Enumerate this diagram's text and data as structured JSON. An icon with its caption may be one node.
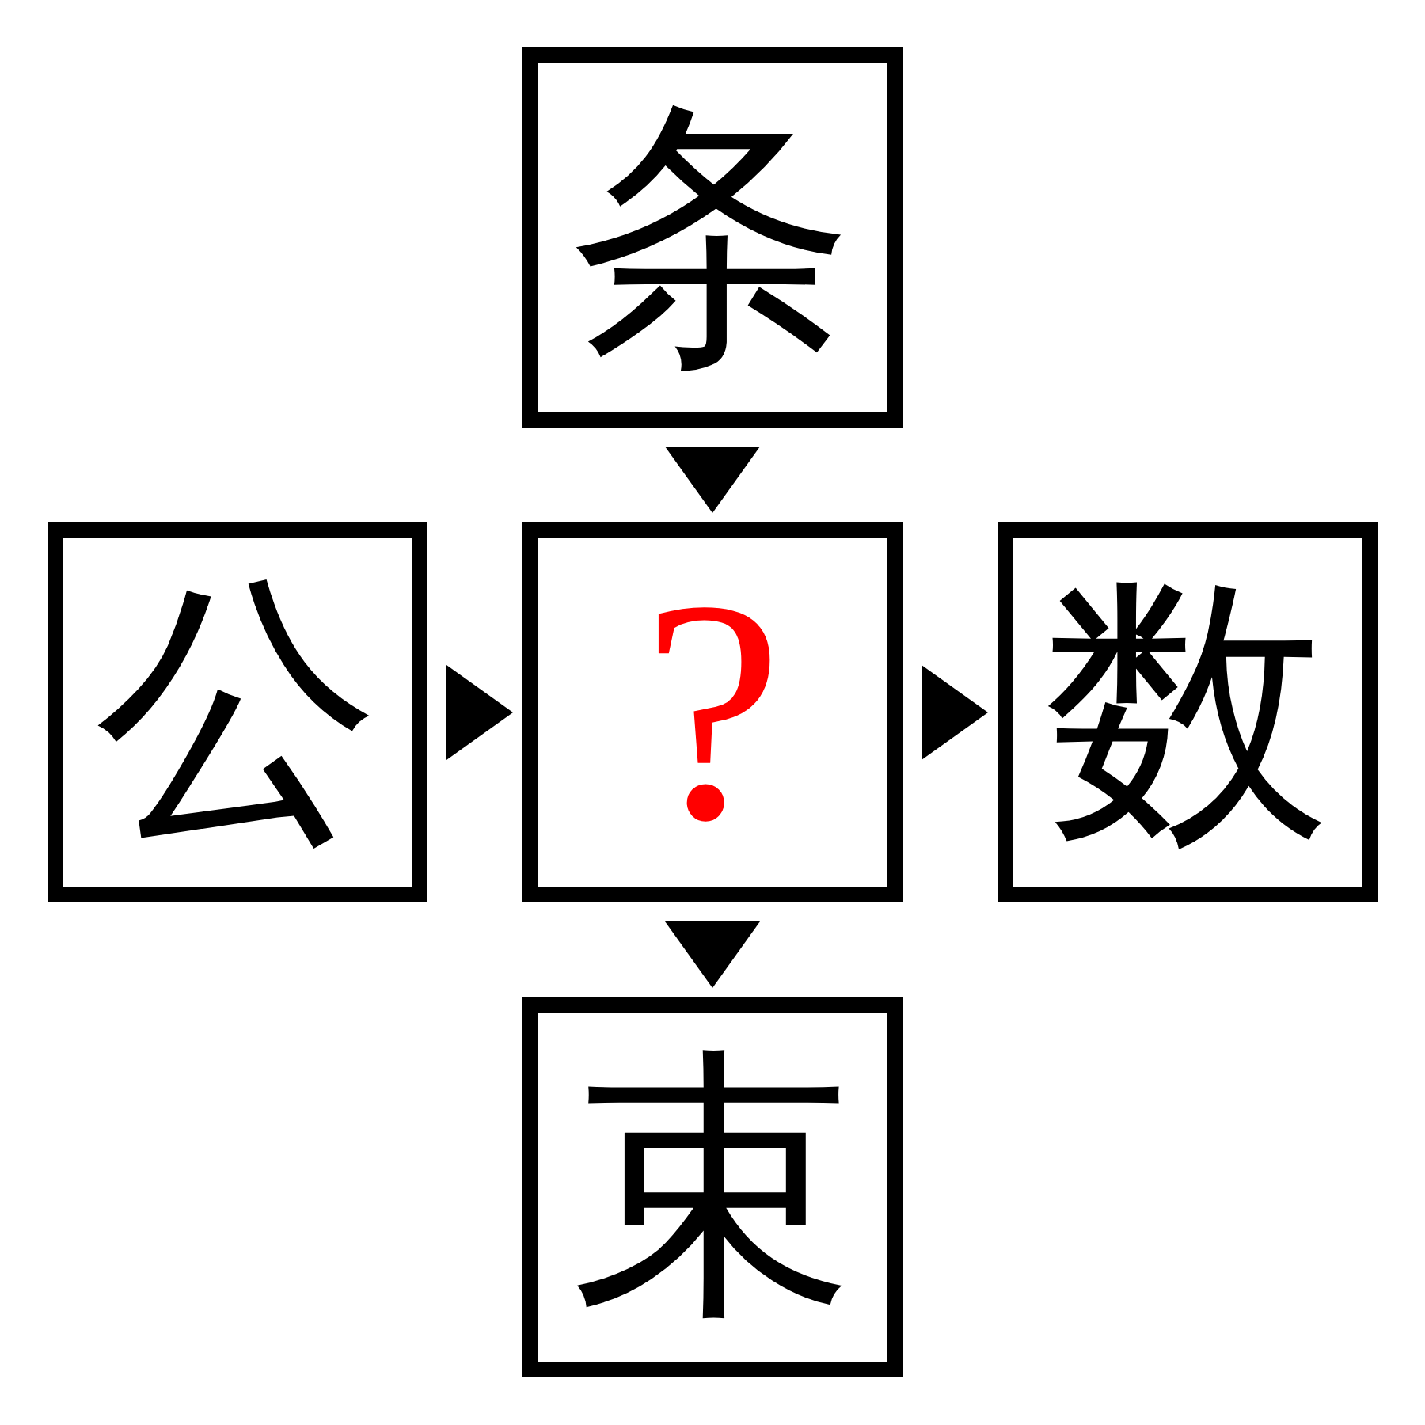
{
  "diagram": {
    "nodes": [
      {
        "text": [
          "条"
        ]
      },
      {
        "text": [
          "公"
        ]
      },
      {
        "text": [
          "?"
        ]
      },
      {
        "text": [
          "数"
        ]
      },
      {
        "text": [
          "束"
        ]
      }
    ],
    "edges": [
      {
        "from": 0,
        "to": 2,
        "arrow": "to"
      },
      {
        "from": 1,
        "to": 2,
        "arrow": "to"
      },
      {
        "from": 2,
        "to": 3,
        "arrow": "to"
      },
      {
        "from": 2,
        "to": 4,
        "arrow": "to"
      }
    ]
  }
}
